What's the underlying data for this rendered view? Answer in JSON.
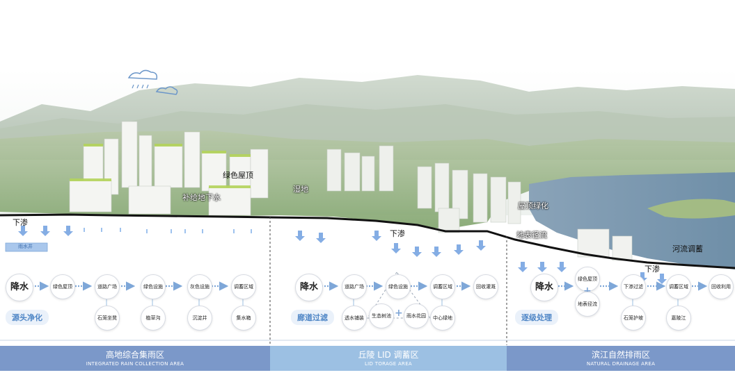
{
  "scene_labels": {
    "green_roof_1": "绿色屋顶",
    "recharge_groundwater": "补给地下水",
    "infiltration_left": "下渗",
    "sink": "雨水井",
    "wetland": "湿地",
    "infiltration_mid": "下渗",
    "roof_greening": "屋顶绿化",
    "surface_runoff": "地表径流",
    "river_storage": "河流调蓄",
    "infiltration_right": "下渗"
  },
  "flow_left": {
    "start": "降水",
    "nodes": [
      [
        "绿色屋顶"
      ],
      [
        "道路广场",
        "石笼坐凳"
      ],
      [
        "绿色设施",
        "植草沟"
      ],
      [
        "灰色设施",
        "沉淀井"
      ],
      [
        "调蓄区域",
        "集水箱"
      ]
    ],
    "category": "源头净化"
  },
  "flow_mid": {
    "start": "降水",
    "n1": "道路广场",
    "n2": "透水铺装",
    "n3": "绿色设施",
    "n4": "生态树池",
    "n5": "雨水花园",
    "n6": "调蓄区域",
    "n7": "中心绿地",
    "n8": "回收灌溉",
    "category": "廊道过滤"
  },
  "flow_right": {
    "start": "降水",
    "n1": "绿色屋顶",
    "n2": "地表径流",
    "n3": "下渗过滤",
    "n4": "石笼护坡",
    "n5": "调蓄区域",
    "n6": "嘉陵江",
    "n7": "回收利用",
    "category": "逐级处理"
  },
  "bands": [
    {
      "cn": "高地综合集雨区",
      "en": "INTEGRATED RAIN COLLECTION AREA",
      "color": "#7b98c9"
    },
    {
      "cn": "丘陵 LID 调蓄区",
      "en": "LID TORAGE AREA",
      "color": "#9cc0e3"
    },
    {
      "cn": "滨江自然排雨区",
      "en": "NATURAL DRAINAGE AREA",
      "color": "#7b98c9"
    }
  ]
}
